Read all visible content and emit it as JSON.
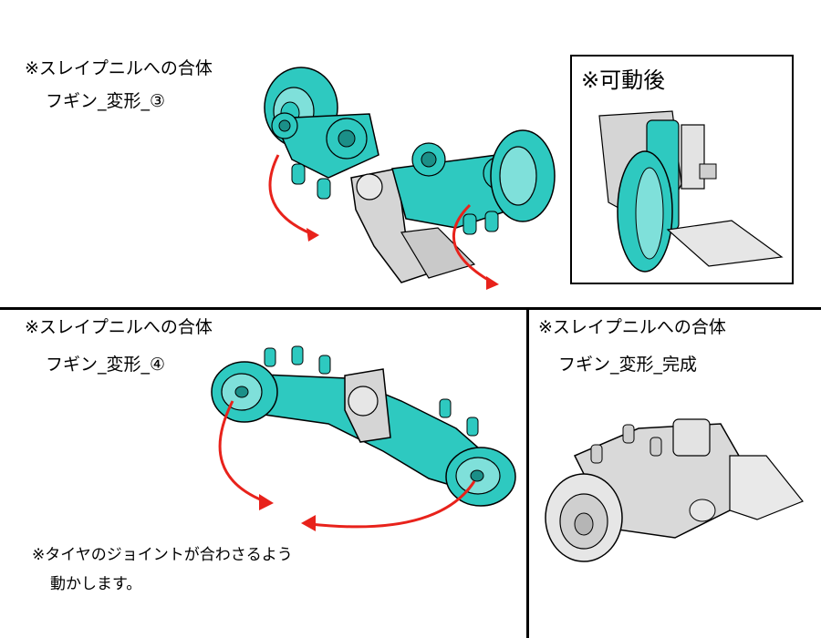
{
  "step3": {
    "title_line1": "※スレイプニルへの合体",
    "title_line2": "フギン_変形_③",
    "inset_title": "※可動後"
  },
  "step4": {
    "title_line1": "※スレイプニルへの合体",
    "title_line2": "フギン_変形_④",
    "note_line1": "※タイヤのジョイントが合わさるよう",
    "note_line2": "動かします。"
  },
  "complete": {
    "title_line1": "※スレイプニルへの合体",
    "title_line2": "フギン_変形_完成"
  },
  "colors": {
    "teal": "#2ec9c0",
    "teal_dark": "#1b8f88",
    "arrow": "#e8221b",
    "gray": "#c9c9c9"
  }
}
